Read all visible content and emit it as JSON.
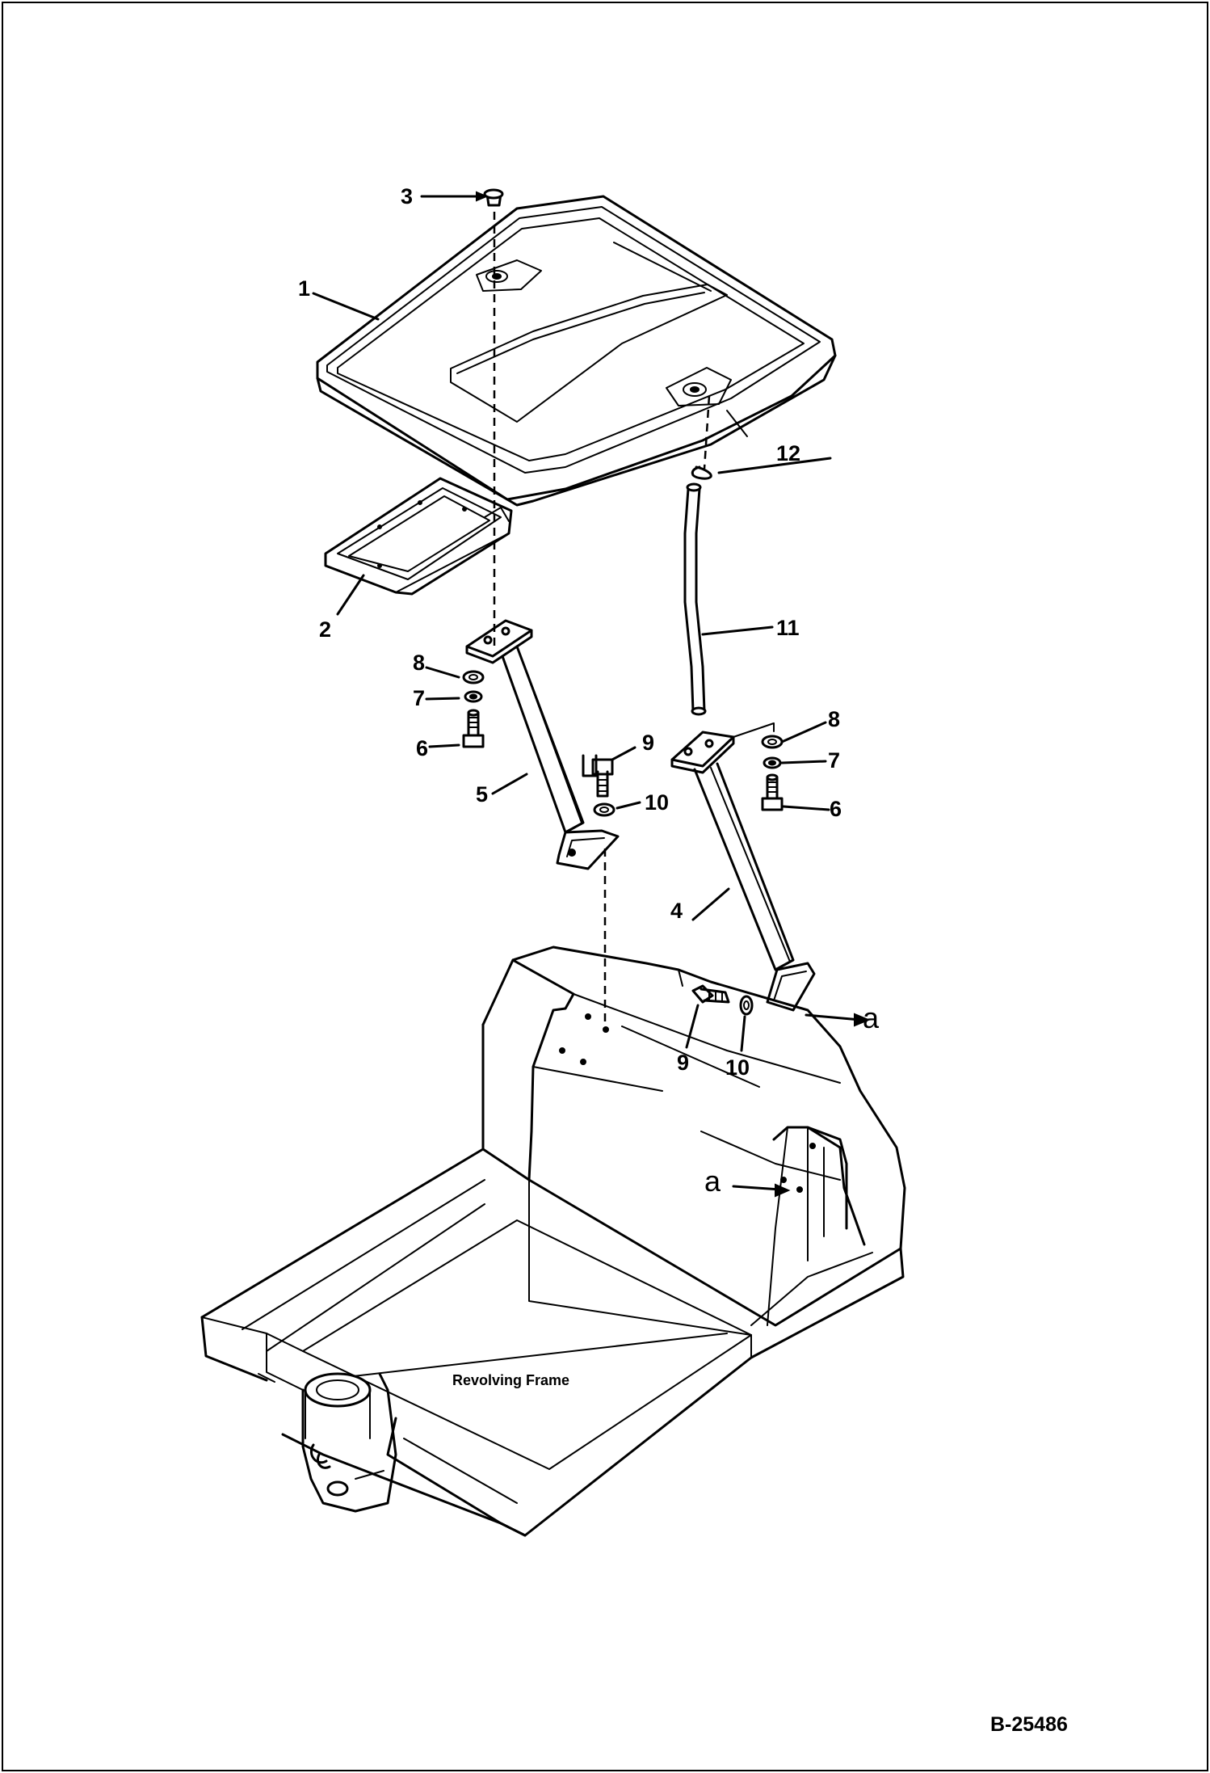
{
  "callouts": {
    "c1": "1",
    "c2": "2",
    "c3": "3",
    "c4": "4",
    "c5": "5",
    "c6a": "6",
    "c6b": "6",
    "c7a": "7",
    "c7b": "7",
    "c8a": "8",
    "c8b": "8",
    "c9a": "9",
    "c9b": "9",
    "c10a": "10",
    "c10b": "10",
    "c11": "11",
    "c12": "12"
  },
  "references": {
    "a_top": "a",
    "a_bottom": "a"
  },
  "frame_label": "Revolving Frame",
  "drawing_code": "B-25486"
}
